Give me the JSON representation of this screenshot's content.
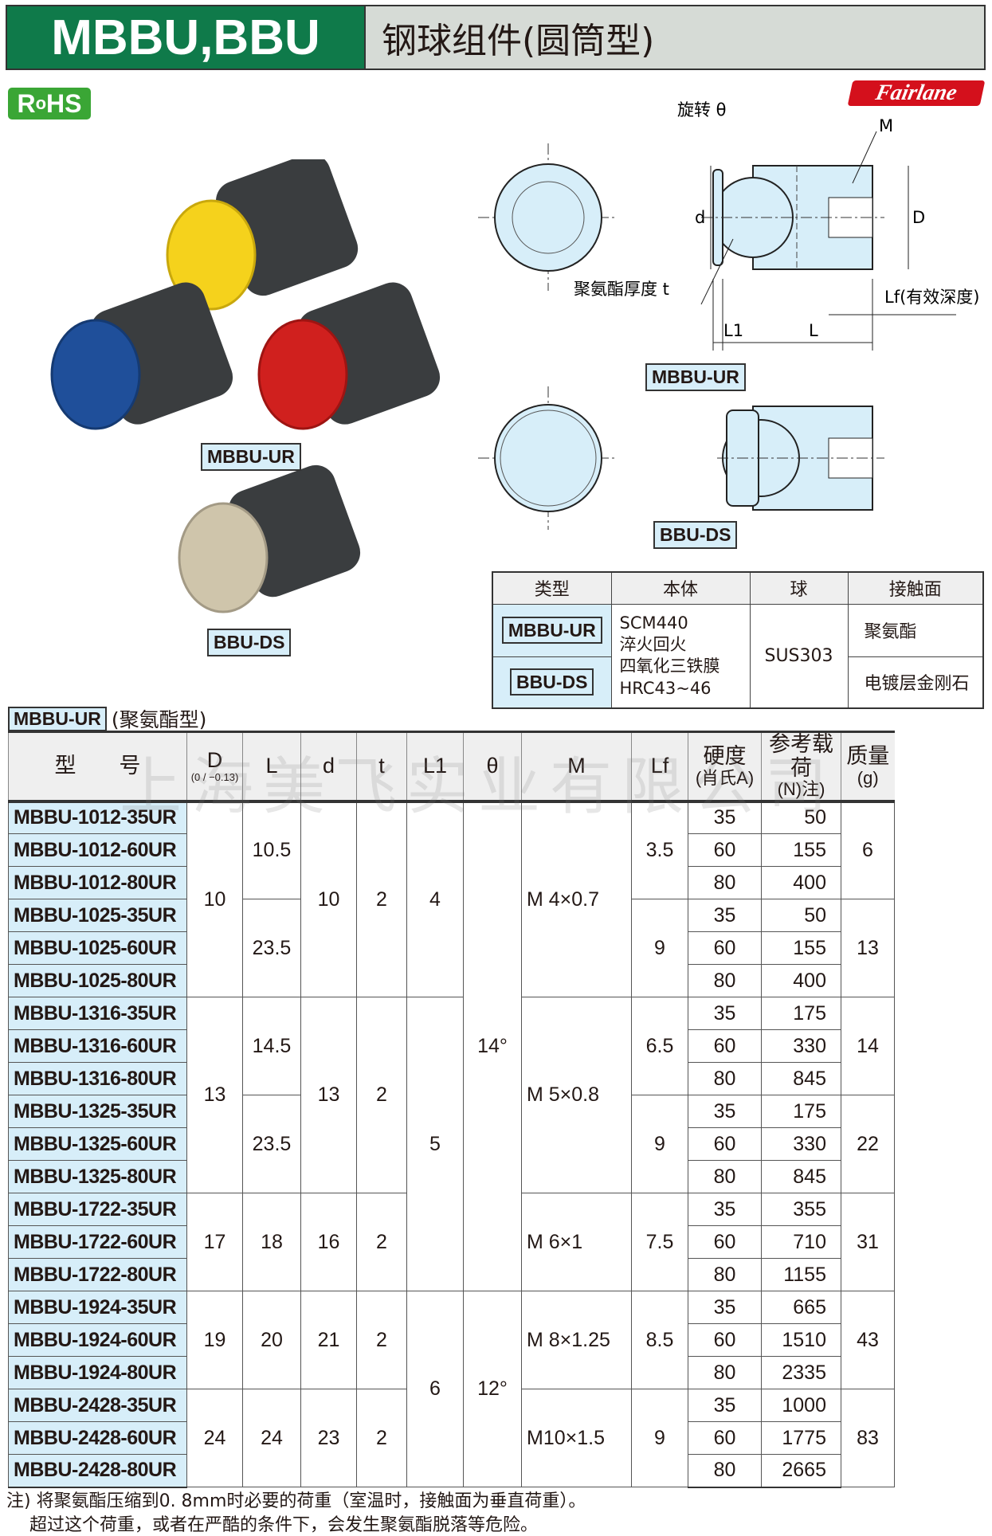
{
  "header": {
    "code": "MBBU,BBU",
    "title": "钢球组件(圆筒型)"
  },
  "logos": {
    "rohs": "RoHS",
    "brand": "Fairlane"
  },
  "photo_labels": {
    "ur": "MBBU-UR",
    "ds": "BBU-DS"
  },
  "diagram": {
    "rotation": "旋转 θ",
    "M": "M",
    "d": "d",
    "D": "D",
    "thickness": "聚氨酯厚度 t",
    "Lf": "Lf(有效深度)",
    "L1": "L1",
    "L": "L",
    "label_ur": "MBBU-UR",
    "label_ds": "BBU-DS"
  },
  "colors": {
    "header_green": "#0f7a4a",
    "cell_blue": "#d7eef9",
    "yellow": "#f5d21c",
    "blue": "#1f4f9a",
    "red": "#d0201e"
  },
  "materials": {
    "headers": [
      "类型",
      "本体",
      "球",
      "接触面"
    ],
    "types": [
      "MBBU-UR",
      "BBU-DS"
    ],
    "body": [
      "SCM440",
      "淬火回火",
      "四氧化三铁膜",
      "HRC43~46"
    ],
    "ball": "SUS303",
    "surface": [
      "聚氨酯",
      "电镀层金刚石"
    ]
  },
  "section_label": {
    "code": "MBBU-UR",
    "text": "(聚氨酯型)"
  },
  "watermark": "上海美飞实业有限公司",
  "spec": {
    "headers": [
      "型　　号",
      "D",
      "L",
      "d",
      "t",
      "L1",
      "θ",
      "M",
      "Lf",
      "硬度",
      "参考载荷",
      "质量"
    ],
    "header_sub": {
      "D": "(0 / −0.13)",
      "hardness": "(肖氏A)",
      "load": "(N)注)",
      "mass": "(g)"
    },
    "models": [
      "MBBU-1012-35UR",
      "MBBU-1012-60UR",
      "MBBU-1012-80UR",
      "MBBU-1025-35UR",
      "MBBU-1025-60UR",
      "MBBU-1025-80UR",
      "MBBU-1316-35UR",
      "MBBU-1316-60UR",
      "MBBU-1316-80UR",
      "MBBU-1325-35UR",
      "MBBU-1325-60UR",
      "MBBU-1325-80UR",
      "MBBU-1722-35UR",
      "MBBU-1722-60UR",
      "MBBU-1722-80UR",
      "MBBU-1924-35UR",
      "MBBU-1924-60UR",
      "MBBU-1924-80UR",
      "MBBU-2428-35UR",
      "MBBU-2428-60UR",
      "MBBU-2428-80UR"
    ],
    "D": [
      {
        "v": "10",
        "rows": 6
      },
      {
        "v": "13",
        "rows": 6
      },
      {
        "v": "17",
        "rows": 3
      },
      {
        "v": "19",
        "rows": 3
      },
      {
        "v": "24",
        "rows": 3
      }
    ],
    "L": [
      {
        "v": "10.5",
        "rows": 3
      },
      {
        "v": "23.5",
        "rows": 3
      },
      {
        "v": "14.5",
        "rows": 3
      },
      {
        "v": "23.5",
        "rows": 3
      },
      {
        "v": "18",
        "rows": 3
      },
      {
        "v": "20",
        "rows": 3
      },
      {
        "v": "24",
        "rows": 3
      }
    ],
    "d": [
      {
        "v": "10",
        "rows": 6
      },
      {
        "v": "13",
        "rows": 6
      },
      {
        "v": "16",
        "rows": 3
      },
      {
        "v": "21",
        "rows": 3
      },
      {
        "v": "23",
        "rows": 3
      }
    ],
    "t": [
      {
        "v": "2",
        "rows": 6
      },
      {
        "v": "2",
        "rows": 6
      },
      {
        "v": "2",
        "rows": 3
      },
      {
        "v": "2",
        "rows": 3
      },
      {
        "v": "2",
        "rows": 3
      }
    ],
    "L1": [
      {
        "v": "4",
        "rows": 6
      },
      {
        "v": "5",
        "rows": 9
      },
      {
        "v": "6",
        "rows": 6
      }
    ],
    "theta": [
      {
        "v": "14°",
        "rows": 15
      },
      {
        "v": "12°",
        "rows": 6
      }
    ],
    "M": [
      {
        "v": "M  4×0.7",
        "rows": 6
      },
      {
        "v": "M  5×0.8",
        "rows": 6
      },
      {
        "v": "M  6×1",
        "rows": 3
      },
      {
        "v": "M  8×1.25",
        "rows": 3
      },
      {
        "v": "M10×1.5",
        "rows": 3
      }
    ],
    "Lf": [
      {
        "v": "3.5",
        "rows": 3
      },
      {
        "v": "9",
        "rows": 3
      },
      {
        "v": "6.5",
        "rows": 3
      },
      {
        "v": "9",
        "rows": 3
      },
      {
        "v": "7.5",
        "rows": 3
      },
      {
        "v": "8.5",
        "rows": 3
      },
      {
        "v": "9",
        "rows": 3
      }
    ],
    "hardness": [
      "35",
      "60",
      "80",
      "35",
      "60",
      "80",
      "35",
      "60",
      "80",
      "35",
      "60",
      "80",
      "35",
      "60",
      "80",
      "35",
      "60",
      "80",
      "35",
      "60",
      "80"
    ],
    "load": [
      "50",
      "155",
      "400",
      "50",
      "155",
      "400",
      "175",
      "330",
      "845",
      "175",
      "330",
      "845",
      "355",
      "710",
      "1155",
      "665",
      "1510",
      "2335",
      "1000",
      "1775",
      "2665"
    ],
    "mass": [
      {
        "v": "6",
        "rows": 3
      },
      {
        "v": "13",
        "rows": 3
      },
      {
        "v": "14",
        "rows": 3
      },
      {
        "v": "22",
        "rows": 3
      },
      {
        "v": "31",
        "rows": 3
      },
      {
        "v": "43",
        "rows": 3
      },
      {
        "v": "83",
        "rows": 3
      }
    ]
  },
  "notes": [
    "注) 将聚氨酯压缩到0. 8mm时必要的荷重（室温时，接触面为垂直荷重）。",
    "　 超过这个荷重，或者在严酷的条件下，会发生聚氨酯脱落等危险。"
  ]
}
